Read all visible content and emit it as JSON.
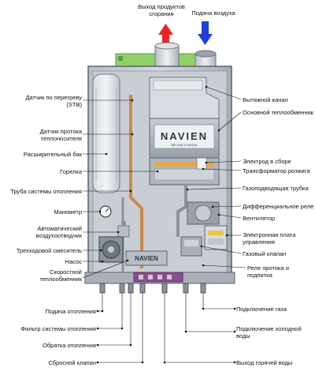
{
  "top": {
    "exhaust_label": "Выход продуктов сгорания",
    "intake_label": "Подача воздуха",
    "exhaust_color": "#e8251f",
    "intake_color": "#1f3fd8"
  },
  "brand": {
    "name": "NAVIEN",
    "model": "DELUXE COAXIAL",
    "logo_text": "NAVIEN"
  },
  "labels_left": [
    {
      "id": "stb",
      "text": "Датчик по перегреву (STB)"
    },
    {
      "id": "flow_sensor",
      "text": "Датчик протока теплоносителя"
    },
    {
      "id": "exp_tank",
      "text": "Расширительный бак"
    },
    {
      "id": "burner",
      "text": "Горелка"
    },
    {
      "id": "heat_pipe",
      "text": "Труба системы отопления"
    },
    {
      "id": "manometer",
      "text": "Манометр"
    },
    {
      "id": "air_vent",
      "text": "Автоматический воздухоотводчик"
    },
    {
      "id": "three_way",
      "text": "Трехходовой смеситель"
    },
    {
      "id": "pump",
      "text": "Насос"
    },
    {
      "id": "fast_hex",
      "text": "Скоростной теплообменник"
    }
  ],
  "labels_right": [
    {
      "id": "exhaust_channel",
      "text": "Вытяжной канал"
    },
    {
      "id": "main_hex",
      "text": "Основной теплообменник"
    },
    {
      "id": "electrode",
      "text": "Электрод в сборе"
    },
    {
      "id": "ignition_tr",
      "text": "Трансформатор розжига"
    },
    {
      "id": "gas_tube",
      "text": "Газоподводящая трубка"
    },
    {
      "id": "diff_relay",
      "text": "Дифференциальное реле"
    },
    {
      "id": "fan",
      "text": "Вентилятор"
    },
    {
      "id": "control_board",
      "text": "Электронная плата управления"
    },
    {
      "id": "gas_valve",
      "text": "Газовый клапан"
    },
    {
      "id": "flow_relay",
      "text": "Реле протока и подпитка"
    }
  ],
  "labels_bottom_left": [
    {
      "id": "heat_supply",
      "text": "Подача отопления"
    },
    {
      "id": "heat_filter",
      "text": "Фильтр системы отопления"
    },
    {
      "id": "heat_return",
      "text": "Обратка отопления"
    },
    {
      "id": "drain_valve",
      "text": "Сбросной клапан"
    }
  ],
  "labels_bottom_right": [
    {
      "id": "gas_conn",
      "text": "Подключение газа"
    },
    {
      "id": "cold_water",
      "text": "Подключение холодной воды"
    },
    {
      "id": "hot_water",
      "text": "Выход горячей воды"
    }
  ]
}
